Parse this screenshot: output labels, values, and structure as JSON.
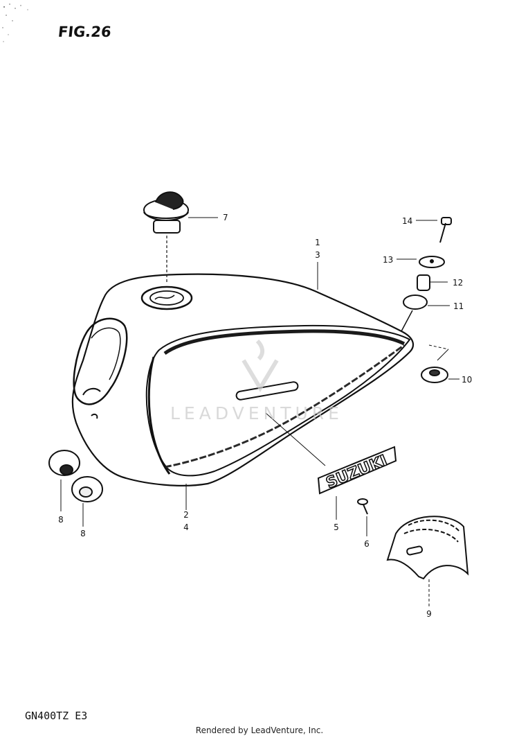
{
  "figure": {
    "title": "FIG.26",
    "model": "GN400TZ E3"
  },
  "footer": {
    "text": "Rendered by LeadVenture, Inc."
  },
  "watermark": {
    "text": "LEADVENTURE"
  },
  "callouts": [
    {
      "id": "1",
      "text": "1"
    },
    {
      "id": "3",
      "text": "3"
    },
    {
      "id": "2",
      "text": "2"
    },
    {
      "id": "4",
      "text": "4"
    },
    {
      "id": "5",
      "text": "5"
    },
    {
      "id": "6",
      "text": "6"
    },
    {
      "id": "7",
      "text": "7"
    },
    {
      "id": "8a",
      "text": "8"
    },
    {
      "id": "8b",
      "text": "8"
    },
    {
      "id": "9",
      "text": "9"
    },
    {
      "id": "10",
      "text": "10"
    },
    {
      "id": "11",
      "text": "11"
    },
    {
      "id": "12",
      "text": "12"
    },
    {
      "id": "13",
      "text": "13"
    },
    {
      "id": "14",
      "text": "14"
    }
  ],
  "emblem": {
    "text": "SUZUKI"
  }
}
